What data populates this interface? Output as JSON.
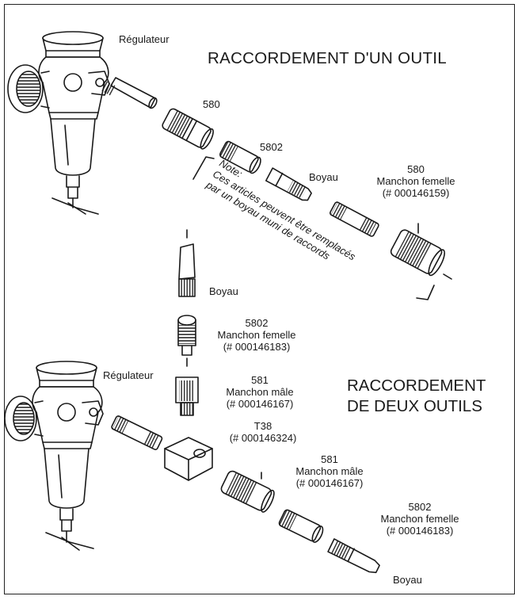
{
  "titles": {
    "one_tool": "RACCORDEMENT D'UN OUTIL",
    "two_tools_line1": "RACCORDEMENT",
    "two_tools_line2": "DE DEUX OUTILS"
  },
  "top_assembly": {
    "regulator": "Régulateur",
    "part_580_top": "580",
    "part_5802": "5802",
    "hose": "Boyau",
    "female_580": {
      "number": "580",
      "name": "Manchon femelle",
      "ref": "(# 000146159)"
    },
    "note": {
      "title": "Note:",
      "line1": "Ces articles peuvent être remplacés",
      "line2": "par un boyau muni de raccords"
    }
  },
  "bottom_assembly": {
    "regulator": "Régulateur",
    "hose_top": "Boyau",
    "female_5802_top": {
      "number": "5802",
      "name": "Manchon femelle",
      "ref": "(# 000146183)"
    },
    "male_581_top": {
      "number": "581",
      "name": "Manchon mâle",
      "ref": "(# 000146167)"
    },
    "tee_t38": {
      "number": "T38",
      "ref": "(# 000146324)"
    },
    "male_581_side": {
      "number": "581",
      "name": "Manchon mâle",
      "ref": "(# 000146167)"
    },
    "female_5802_side": {
      "number": "5802",
      "name": "Manchon femelle",
      "ref": "(# 000146183)"
    },
    "hose_bottom": "Boyau"
  }
}
